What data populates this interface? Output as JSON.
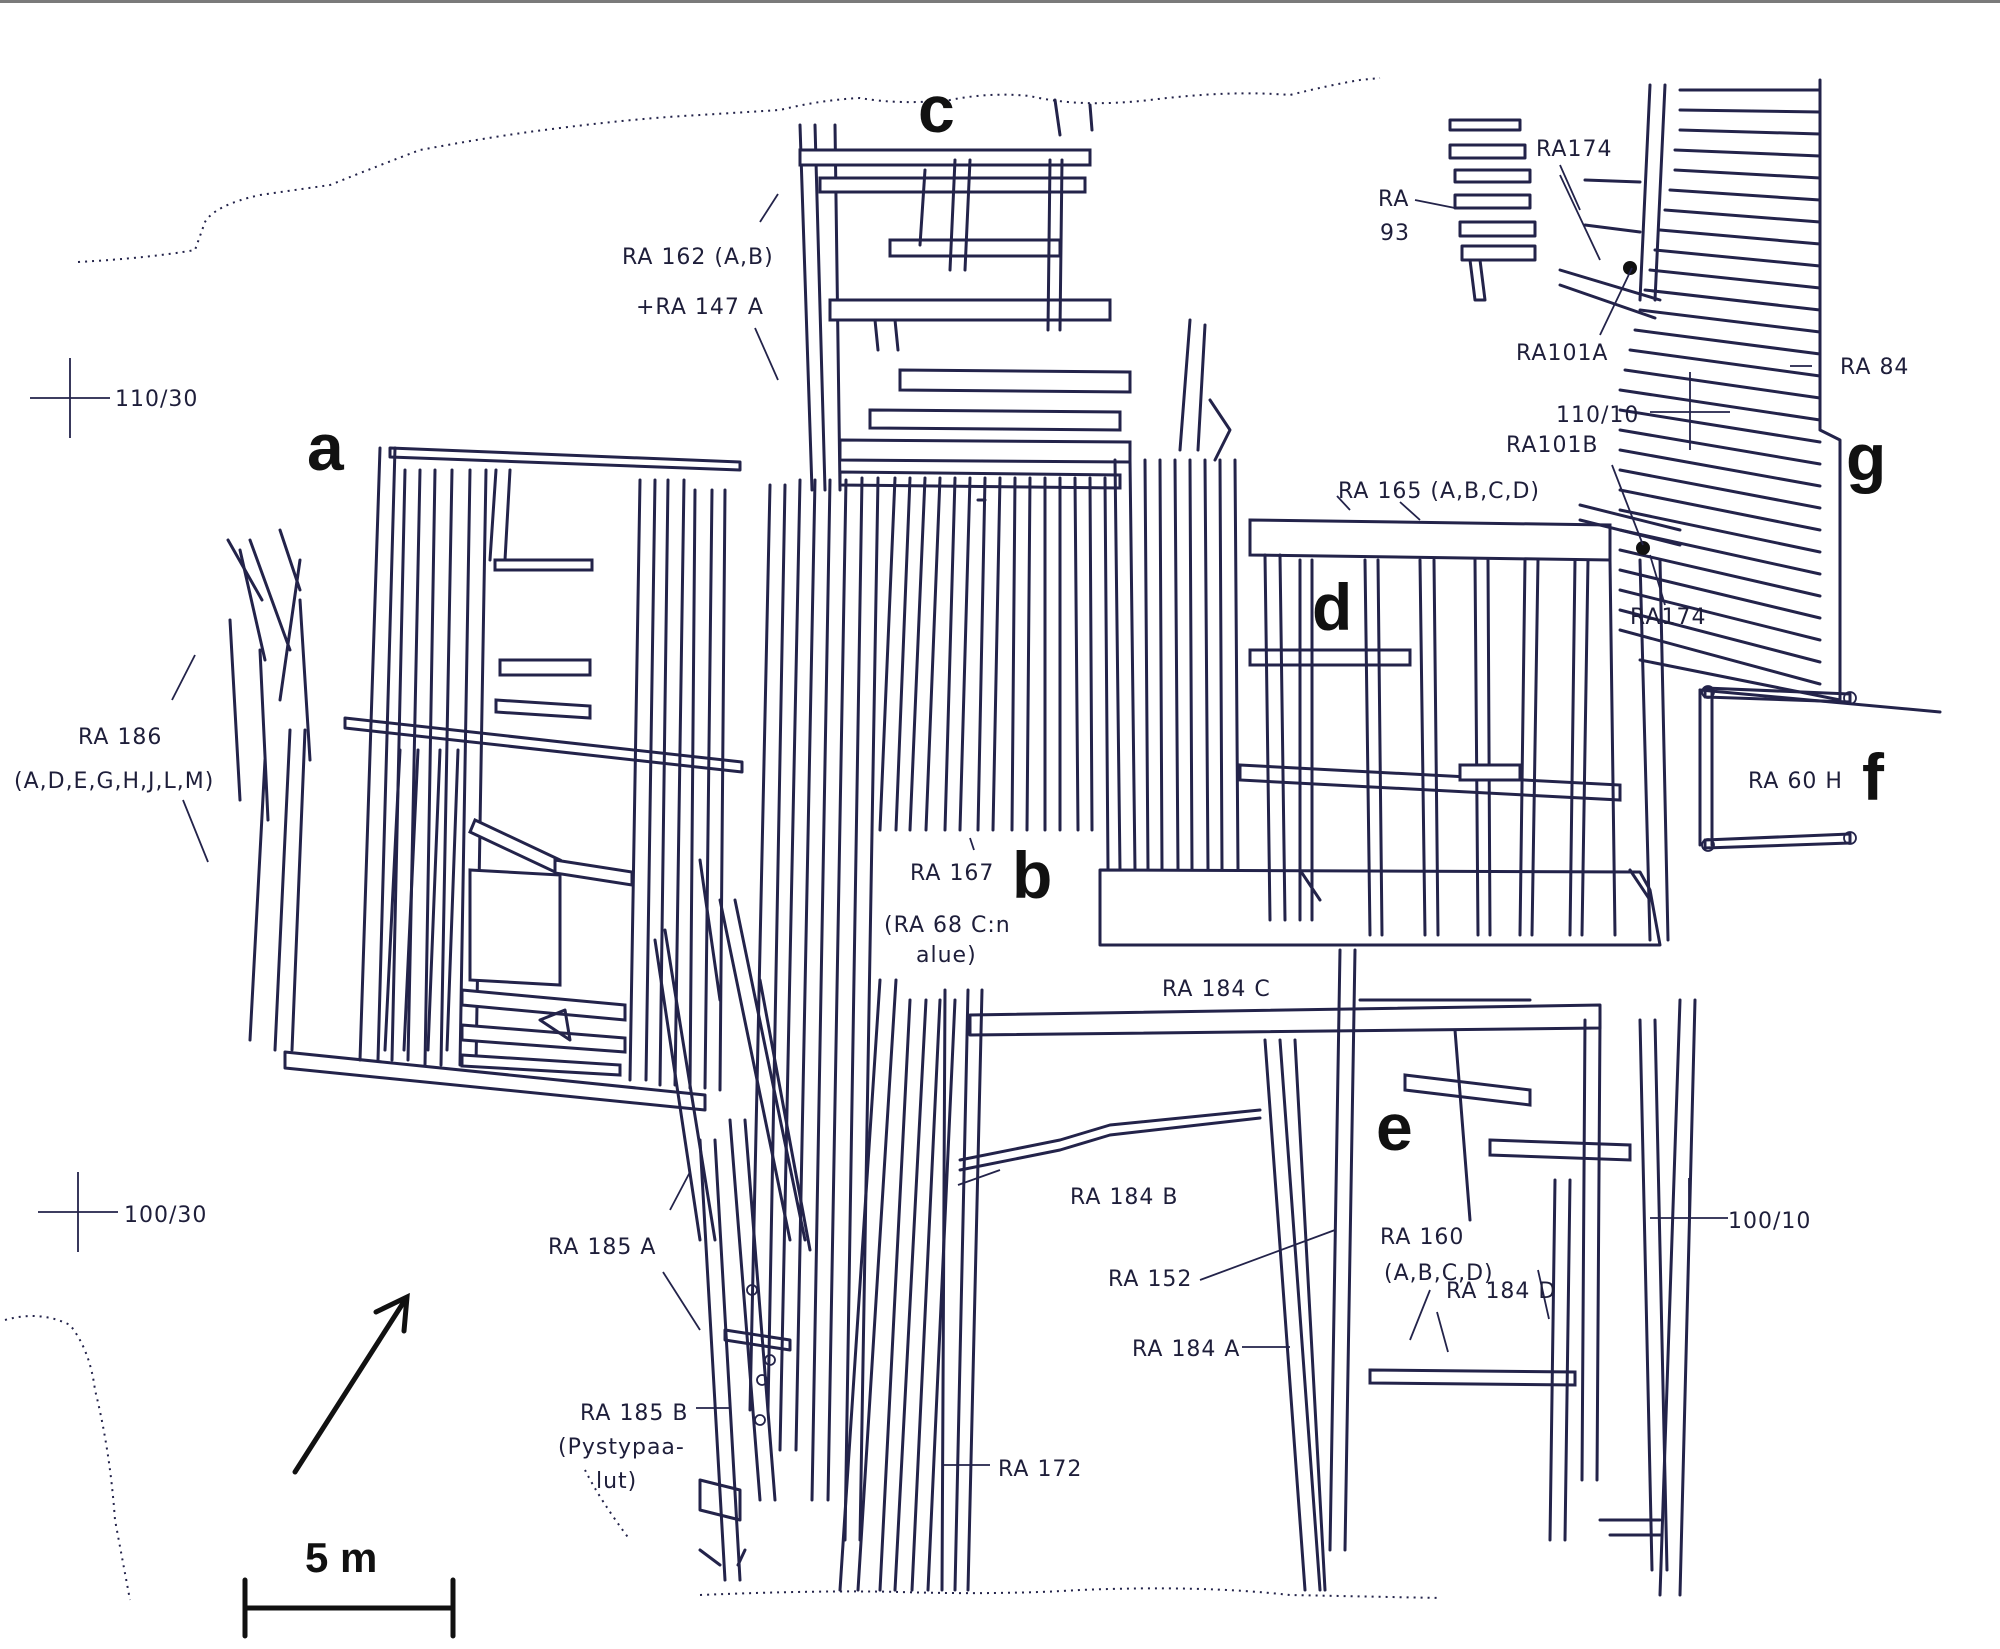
{
  "figure": {
    "grid_marks": [
      "110/30",
      "100/30",
      "110/10",
      "100/10"
    ],
    "area_letters": [
      "a",
      "b",
      "c",
      "d",
      "e",
      "f",
      "g"
    ],
    "labels": {
      "ra93": [
        "RA",
        "93"
      ],
      "ra174_top": "RA174",
      "ra101a": "RA101A",
      "ra84": "RA 84",
      "ra101b": "RA101B",
      "ra174_bottom": "RA174",
      "ra162": [
        "RA 162 (A,B)",
        "+RA 147 A"
      ],
      "ra165": "RA 165 (A,B,C,D)",
      "ra186": [
        "RA 186",
        "(A,D,E,G,H,J,L,M)"
      ],
      "ra60h": "RA 60 H",
      "ra167": [
        "RA 167",
        "(RA 68 C:n",
        "alue)"
      ],
      "ra184c": "RA 184 C",
      "ra184b": "RA 184 B",
      "ra152": "RA 152",
      "ra184a": "RA 184 A",
      "ra160": [
        "RA 160",
        "(A,B,C,D)"
      ],
      "ra184d": "RA 184 D",
      "ra185a": "RA 185 A",
      "ra185b": [
        "RA 185 B",
        "(Pystypaa-",
        "lut)"
      ],
      "ra172": "RA 172"
    },
    "scale_bar": "5 m",
    "north_arrow": "north-arrow"
  }
}
